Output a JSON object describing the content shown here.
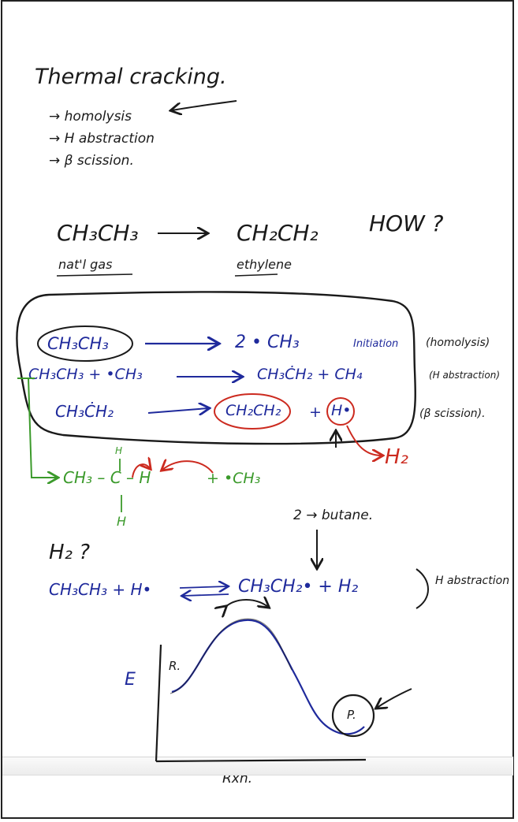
{
  "notes": {
    "title": "Thermal cracking.",
    "list": [
      "→ homolysis",
      "→ H abstraction",
      "→ β scission."
    ],
    "overall": {
      "reactant": "CH₃CH₃",
      "product": "CH₂CH₂",
      "reactant_label": "nat'l gas",
      "product_label": "ethylene",
      "question": "HOW ?"
    },
    "mechanism": {
      "step1": {
        "reactant": "CH₃CH₃",
        "product": "2 • CH₃",
        "tag": "Initiation",
        "label": "(homolysis)"
      },
      "step2": {
        "reactant": "CH₃CH₃ + •CH₃",
        "product": "CH₃ĊH₂ + CH₄",
        "label": "(H abstraction)"
      },
      "step3": {
        "reactant": "CH₃ĊH₂",
        "product_a": "CH₂CH₂",
        "plus": "+",
        "product_b": "H•",
        "label": "(β scission)."
      }
    },
    "h2_label": "H₂",
    "green_structure": {
      "left": "CH₃ – C – H",
      "top_h": "H",
      "bottom_h": "H",
      "right": "+ •CH₃"
    },
    "butane_note": "2 → butane.",
    "h2_question": "H₂ ?",
    "equilibrium": {
      "left": "CH₃CH₃ + H•",
      "right": "CH₃CH₂• + H₂",
      "label": "H abstraction"
    },
    "diagram": {
      "y_label": "E",
      "x_label": "Rxn.",
      "reactant_marker": "R.",
      "product_marker": "P."
    }
  },
  "colors": {
    "ink_black": "#1a1a1a",
    "ink_blue": "#1f2a9c",
    "ink_green": "#3b9a2b",
    "ink_red": "#cc2a1f"
  }
}
